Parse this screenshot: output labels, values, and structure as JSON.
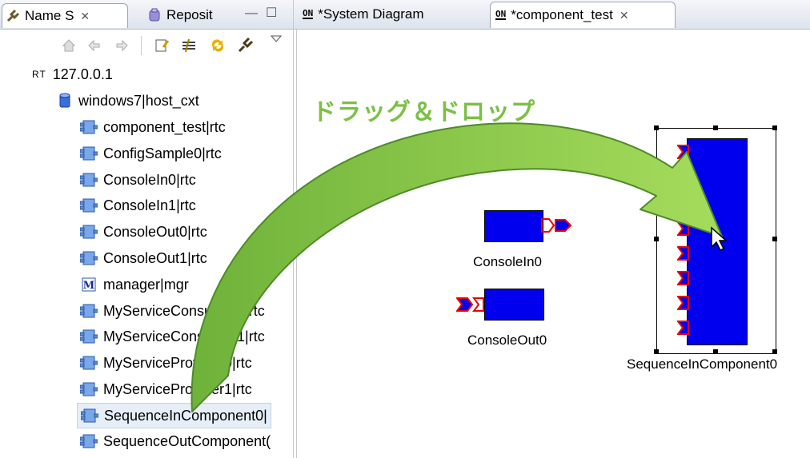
{
  "left_panel": {
    "tabs": [
      {
        "label": "Name S",
        "icon": "plug-icon"
      },
      {
        "label": "Reposit",
        "icon": "repository-icon"
      }
    ],
    "toolbar_icons": [
      "home-icon",
      "back-icon",
      "forward-icon",
      "new-icon",
      "connect-icon",
      "refresh-icon",
      "plug-icon",
      "view-menu-icon"
    ],
    "tree": [
      {
        "label": "127.0.0.1",
        "icon": "rt-host-icon",
        "prefix": "RT"
      },
      {
        "label": "windows7|host_cxt",
        "icon": "context-cylinder-icon"
      },
      {
        "label": "component_test|rtc",
        "icon": "rtc-icon"
      },
      {
        "label": "ConfigSample0|rtc",
        "icon": "rtc-icon"
      },
      {
        "label": "ConsoleIn0|rtc",
        "icon": "rtc-icon"
      },
      {
        "label": "ConsoleIn1|rtc",
        "icon": "rtc-icon"
      },
      {
        "label": "ConsoleOut0|rtc",
        "icon": "rtc-icon"
      },
      {
        "label": "ConsoleOut1|rtc",
        "icon": "rtc-icon"
      },
      {
        "label": "manager|mgr",
        "icon": "manager-icon"
      },
      {
        "label": "MyServiceConsumer0|rtc",
        "icon": "rtc-icon"
      },
      {
        "label": "MyServiceConsumer1|rtc",
        "icon": "rtc-icon"
      },
      {
        "label": "MyServiceProvider0|rtc",
        "icon": "rtc-icon"
      },
      {
        "label": "MyServiceProvider1|rtc",
        "icon": "rtc-icon"
      },
      {
        "label": "SequenceInComponent0|",
        "icon": "rtc-icon",
        "selected": true
      },
      {
        "label": "SequenceOutComponent(",
        "icon": "rtc-icon"
      }
    ]
  },
  "editor": {
    "tabs": [
      {
        "label": "*System Diagram",
        "icon": "diagram-on-icon"
      },
      {
        "label": "*component_test",
        "icon": "diagram-on-icon",
        "active": true
      }
    ],
    "components": [
      {
        "label": "ConsoleIn0"
      },
      {
        "label": "ConsoleOut0"
      },
      {
        "label": "SequenceInComponent0",
        "selected": true
      }
    ]
  },
  "annotation": {
    "text": "ドラッグ＆ドロップ",
    "color": "#7bc043"
  },
  "colors": {
    "component_fill": "#0000ee",
    "port_fill": "#ee0000",
    "arrow_green": "#8fcf4e"
  }
}
